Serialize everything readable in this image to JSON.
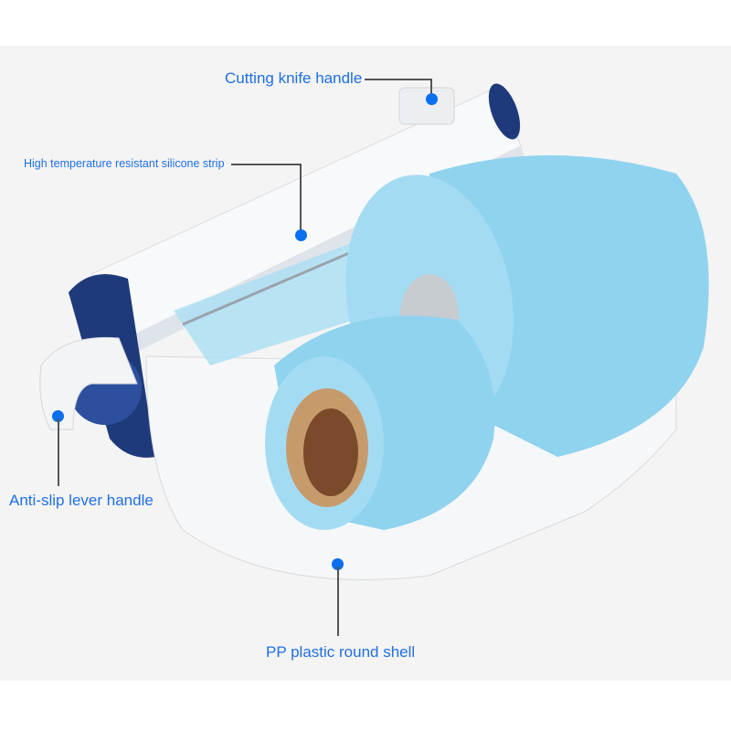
{
  "annotations": {
    "cutting_knife_handle": "Cutting knife handle",
    "silicone_strip": "High temperature resistant silicone strip",
    "lever_handle": "Anti-slip lever handle",
    "shell": "PP plastic round shell"
  },
  "colors": {
    "label": "#1f6fe5",
    "dot": "#0a6ff0",
    "roll": "#8fd3ef",
    "cap": "#1f3a7a"
  }
}
